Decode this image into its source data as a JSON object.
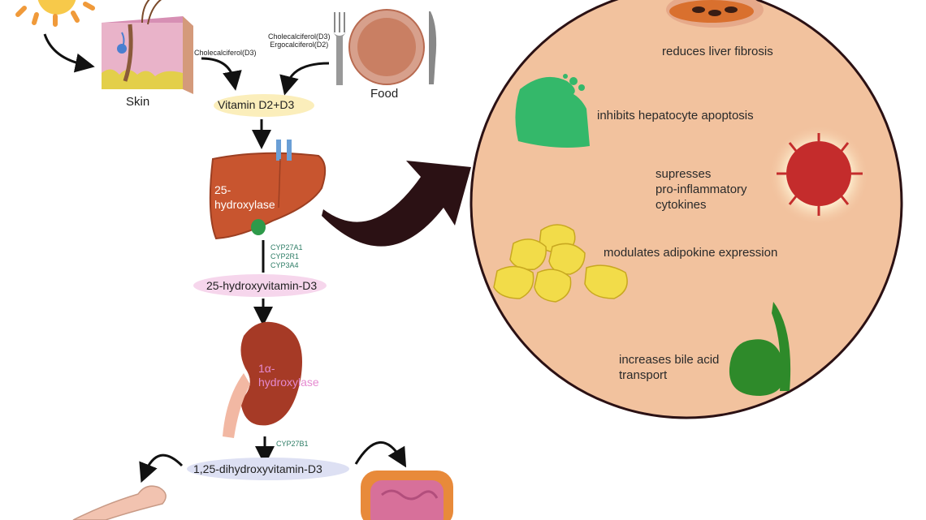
{
  "pathway": {
    "skin_label": "Skin",
    "food_label": "Food",
    "skin_source": "Cholecalciferol(D3)",
    "food_sources": [
      "Cholecalciferol(D3)",
      "Ergocalciferol(D2)"
    ],
    "vitamin_d": "Vitamin D2+D3",
    "liver_enzyme_lines": [
      "25-",
      "hydroxylase"
    ],
    "liver_cyps": [
      "CYP27A1",
      "CYP2R1",
      "CYP3A4"
    ],
    "metabolite_25": "25-hydroxyvitamin-D3",
    "kidney_enzyme_lines": [
      "1α-",
      "hydroxylase"
    ],
    "kidney_cyp": "CYP27B1",
    "active_form": "1,25-dihydroxyvitamin-D3"
  },
  "effects": {
    "fibrosis": "reduces liver fibrosis",
    "apoptosis": "inhibits hepatocyte apoptosis",
    "cytokines_lines": [
      "supresses",
      "pro-inflammatory",
      "cytokines"
    ],
    "adipokine": "modulates adipokine expression",
    "bile_lines": [
      "increases bile acid",
      "transport"
    ]
  },
  "colors": {
    "circle_fill": "#f2c29e",
    "liver": "#c8552f",
    "kidney": "#a63a26",
    "enzyme_text": "#2e7d66",
    "vitd_pill": "#fbeebb",
    "pill_25": "#f6d6ec",
    "pill_active": "#dde0f3"
  },
  "icons": [
    "sun-icon",
    "skin-icon",
    "plate-icon",
    "fork-icon",
    "knife-icon",
    "liver-icon",
    "kidney-icon",
    "bone-icon",
    "intestine-icon",
    "cell-icon",
    "hepatocyte-icon",
    "cytokine-icon",
    "adipocyte-icon",
    "gallbladder-icon"
  ]
}
